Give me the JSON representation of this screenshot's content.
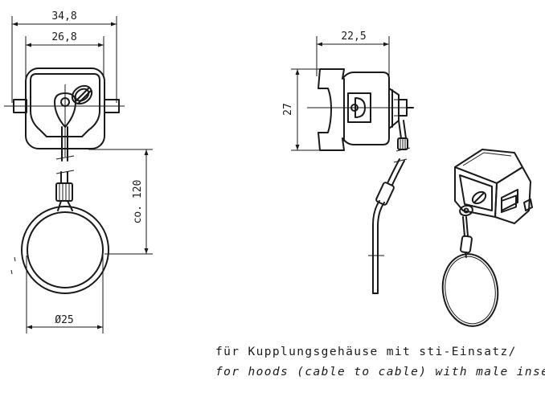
{
  "dimensions": {
    "front_outer_width": "34,8",
    "front_inner_width": "26,8",
    "overall_length": "co. 120",
    "ring_diameter": "Ø25",
    "side_depth": "22,5",
    "side_height": "27"
  },
  "caption": {
    "german": "für Kupplungsgehäuse mit sti-Einsatz/",
    "english": "for hoods (cable to cable) with male insert"
  },
  "colors": {
    "line": "#1a1a1a",
    "background": "#ffffff"
  }
}
